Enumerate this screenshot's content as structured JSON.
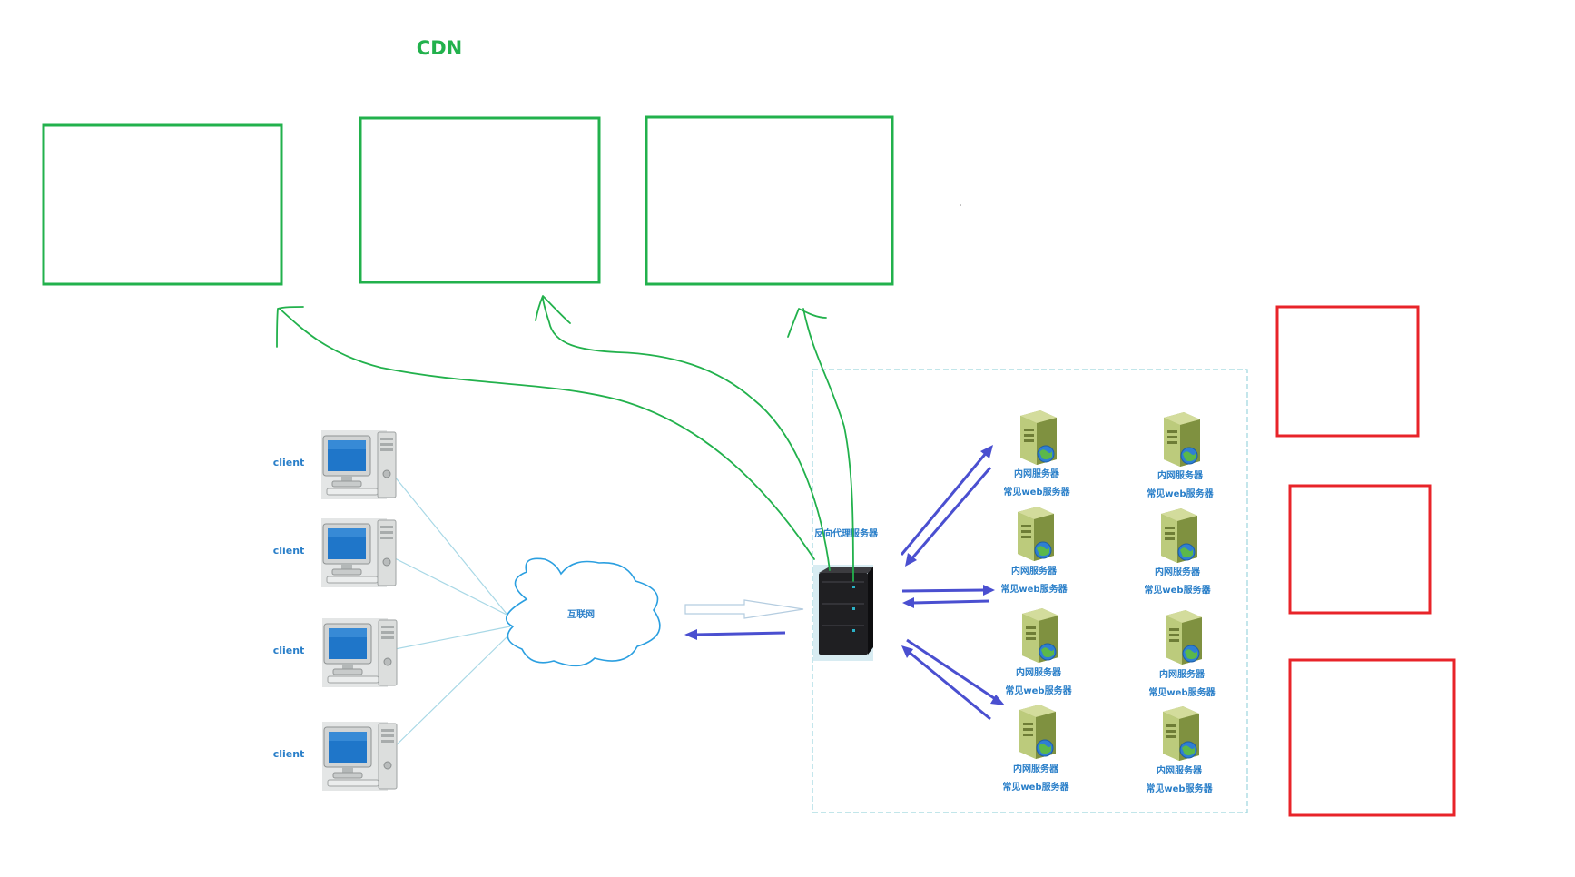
{
  "title": "CDN",
  "colors": {
    "cdn_green": "#22b14c",
    "red_box": "#e8242a",
    "label_blue": "#2a7fc9",
    "arrow_blue": "#4a4fd0",
    "link_line": "#a8d8e6",
    "dashed_frame": "#9dd6de"
  },
  "clients": [
    {
      "label": "client"
    },
    {
      "label": "client"
    },
    {
      "label": "client"
    },
    {
      "label": "client"
    }
  ],
  "internet": {
    "label": "互联网"
  },
  "reverse_proxy": {
    "label": "反向代理服务器"
  },
  "web_servers": [
    {
      "line1": "内网服务器",
      "line2": "常见web服务器"
    },
    {
      "line1": "内网服务器",
      "line2": "常见web服务器"
    },
    {
      "line1": "内网服务器",
      "line2": "常见web服务器"
    },
    {
      "line1": "内网服务器",
      "line2": "常见web服务器"
    },
    {
      "line1": "内网服务器",
      "line2": "常见web服务器"
    },
    {
      "line1": "内网服务器",
      "line2": "常见web服务器"
    },
    {
      "line1": "内网服务器",
      "line2": "常见web服务器"
    },
    {
      "line1": "内网服务器",
      "line2": "常见web服务器"
    }
  ],
  "icons": {
    "client": "desktop-computer-icon",
    "internet": "cloud-icon",
    "proxy": "server-rack-icon",
    "web_server": "web-server-icon"
  }
}
